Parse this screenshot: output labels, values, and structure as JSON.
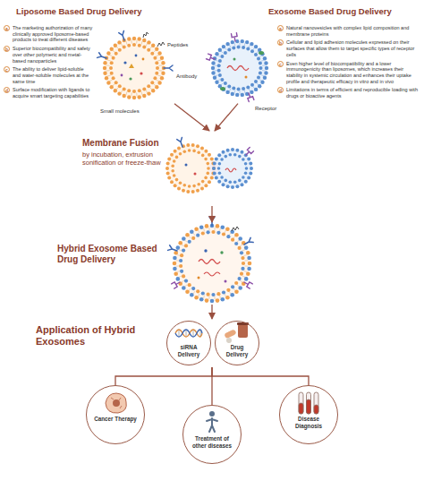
{
  "diagram": {
    "nodes": [
      {
        "text": [
          "Liposome Based Drug Delivery"
        ]
      },
      {
        "text": [
          "a",
          "The marketing authorization of many clinically approved liposome-based products to treat different diseases"
        ],
        "in": 0
      },
      {
        "text": [
          "b",
          "Superior biocompatibility and safety over other polymeric and metal-based nanoparticles"
        ],
        "in": 0
      },
      {
        "text": [
          "c",
          "The ability to deliver lipid-soluble and water-soluble molecules at the same time"
        ],
        "in": 0
      },
      {
        "text": [
          "d",
          "Surface modification with ligands to acquire smart targeting capabilities"
        ],
        "in": 0
      },
      {
        "text": [
          "Exosome Based Drug Delivery"
        ]
      },
      {
        "text": [
          "a",
          "Natural nanovesicles with complex lipid composition and membrane proteins"
        ],
        "in": 5
      },
      {
        "text": [
          "b",
          "Cellular and lipid adhesion molecules expressed on their surfaces that allow them to target specific types of receptor cells"
        ],
        "in": 5
      },
      {
        "text": [
          "c",
          "Even higher level of biocompatibility and a lower immunogenicity than liposomes, which increases their stability in systemic circulation and enhances their uptake profile and therapeutic efficacy in vitro and in vivo"
        ],
        "in": 5
      },
      {
        "text": [
          "d",
          "Limitations in terms of efficient and reproducible loading with drugs or bioactive agents"
        ],
        "in": 5
      },
      {
        "text": [
          "Membrane Fusion",
          "by incubation, extrusion sonification or freeze-thaw"
        ]
      },
      {
        "text": [
          "Hybrid Exosome Based Drug Delivery"
        ]
      },
      {
        "text": [
          "Application of Hybrid Exosomes"
        ]
      },
      {
        "text": [
          "siRNA Delivery"
        ],
        "in": 12
      },
      {
        "text": [
          "Drug Delivery"
        ],
        "in": 12
      },
      {
        "text": [
          "Cancer Therapy"
        ]
      },
      {
        "text": [
          "Treatment of other diseases"
        ]
      },
      {
        "text": [
          "Disease Diagnosis"
        ]
      }
    ],
    "edges": [
      {
        "from": 0,
        "to": 10,
        "arrow": "to"
      },
      {
        "from": 5,
        "to": 10,
        "arrow": "to"
      },
      {
        "from": 10,
        "to": 11,
        "arrow": "to"
      },
      {
        "from": 11,
        "to": 12,
        "arrow": "to"
      },
      {
        "from": 12,
        "to": 15,
        "arrow": "none"
      },
      {
        "from": 12,
        "to": 16,
        "arrow": "none"
      },
      {
        "from": 12,
        "to": 17,
        "arrow": "none"
      }
    ],
    "labels": [
      "Peptides",
      "Antibody",
      "Small molecules",
      "Receptor"
    ]
  }
}
